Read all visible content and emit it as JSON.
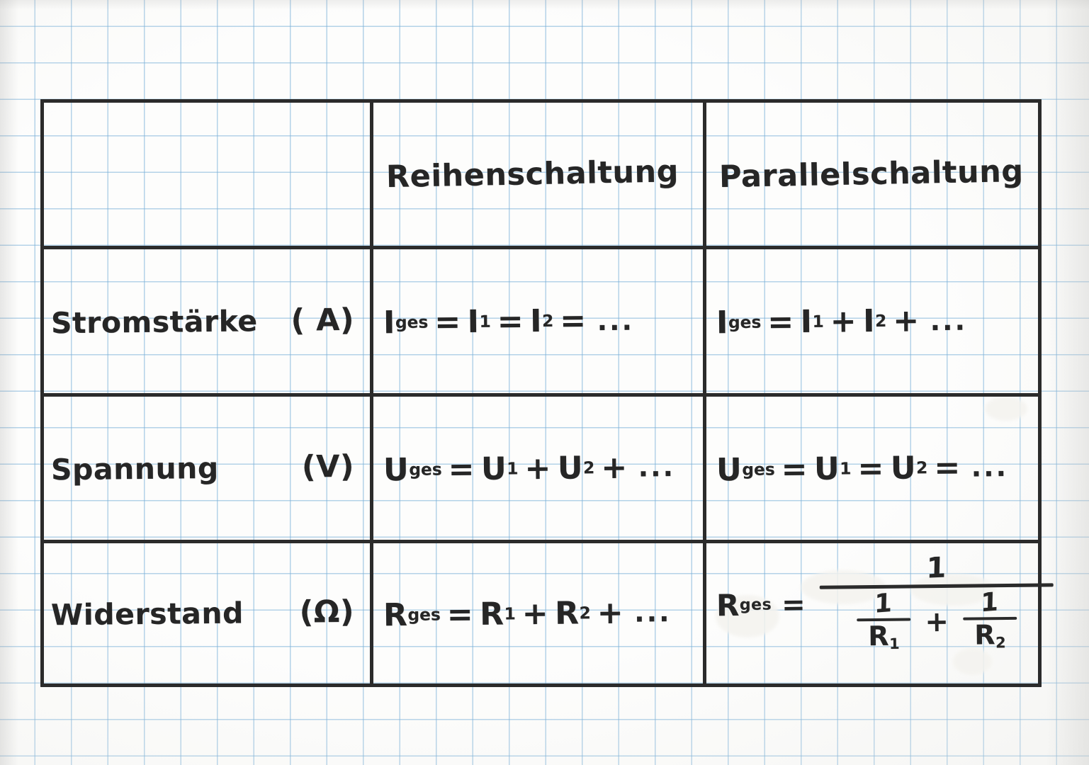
{
  "page": {
    "medium": "handwritten note on blue graph paper",
    "grid_color": "#78afd7",
    "ink_color": "#262626",
    "paper_color": "#fdfdfc"
  },
  "table": {
    "corner_cell": "",
    "columns": [
      {
        "key": "label",
        "header": ""
      },
      {
        "key": "series",
        "header": "Reihenschaltung"
      },
      {
        "key": "parallel",
        "header": "Parallelschaltung"
      }
    ],
    "rows": [
      {
        "quantity": "Stromstärke",
        "unit": "( A)",
        "series": {
          "plain": "Iges = I1 = I2 = ...",
          "symbol": "I",
          "sub_total": "ges",
          "terms": [
            {
              "symbol": "I",
              "sub": "1"
            },
            {
              "symbol": "I",
              "sub": "2"
            }
          ],
          "operator": "=",
          "equals": "=",
          "ellipsis": "..."
        },
        "parallel": {
          "plain": "Iges = I1 + I2 + ...",
          "symbol": "I",
          "sub_total": "ges",
          "terms": [
            {
              "symbol": "I",
              "sub": "1"
            },
            {
              "symbol": "I",
              "sub": "2"
            }
          ],
          "operator": "+",
          "equals": "=",
          "ellipsis": "..."
        }
      },
      {
        "quantity": "Spannung",
        "unit": "(V)",
        "series": {
          "plain": "Uges = U1 + U2 + ...",
          "symbol": "U",
          "sub_total": "ges",
          "terms": [
            {
              "symbol": "U",
              "sub": "1"
            },
            {
              "symbol": "U",
              "sub": "2"
            }
          ],
          "operator": "+",
          "equals": "=",
          "ellipsis": "..."
        },
        "parallel": {
          "plain": "Uges = U1 = U2 = ...",
          "symbol": "U",
          "sub_total": "ges",
          "terms": [
            {
              "symbol": "U",
              "sub": "1"
            },
            {
              "symbol": "U",
              "sub": "2"
            }
          ],
          "operator": "=",
          "equals": "=",
          "ellipsis": "..."
        }
      },
      {
        "quantity": "Widerstand",
        "unit": "(Ω)",
        "series": {
          "plain": "Rges = R1 + R2 + ...",
          "symbol": "R",
          "sub_total": "ges",
          "terms": [
            {
              "symbol": "R",
              "sub": "1"
            },
            {
              "symbol": "R",
              "sub": "2"
            }
          ],
          "operator": "+",
          "equals": "=",
          "ellipsis": "..."
        },
        "parallel": {
          "plain": "Rges = 1 / (1/R1 + 1/R2)",
          "symbol": "R",
          "sub_total": "ges",
          "equals": "=",
          "numerator": "1",
          "denominator_terms": [
            {
              "numerator": "1",
              "symbol": "R",
              "sub": "1"
            },
            {
              "numerator": "1",
              "symbol": "R",
              "sub": "2"
            }
          ],
          "denominator_operator": "+"
        }
      }
    ]
  }
}
